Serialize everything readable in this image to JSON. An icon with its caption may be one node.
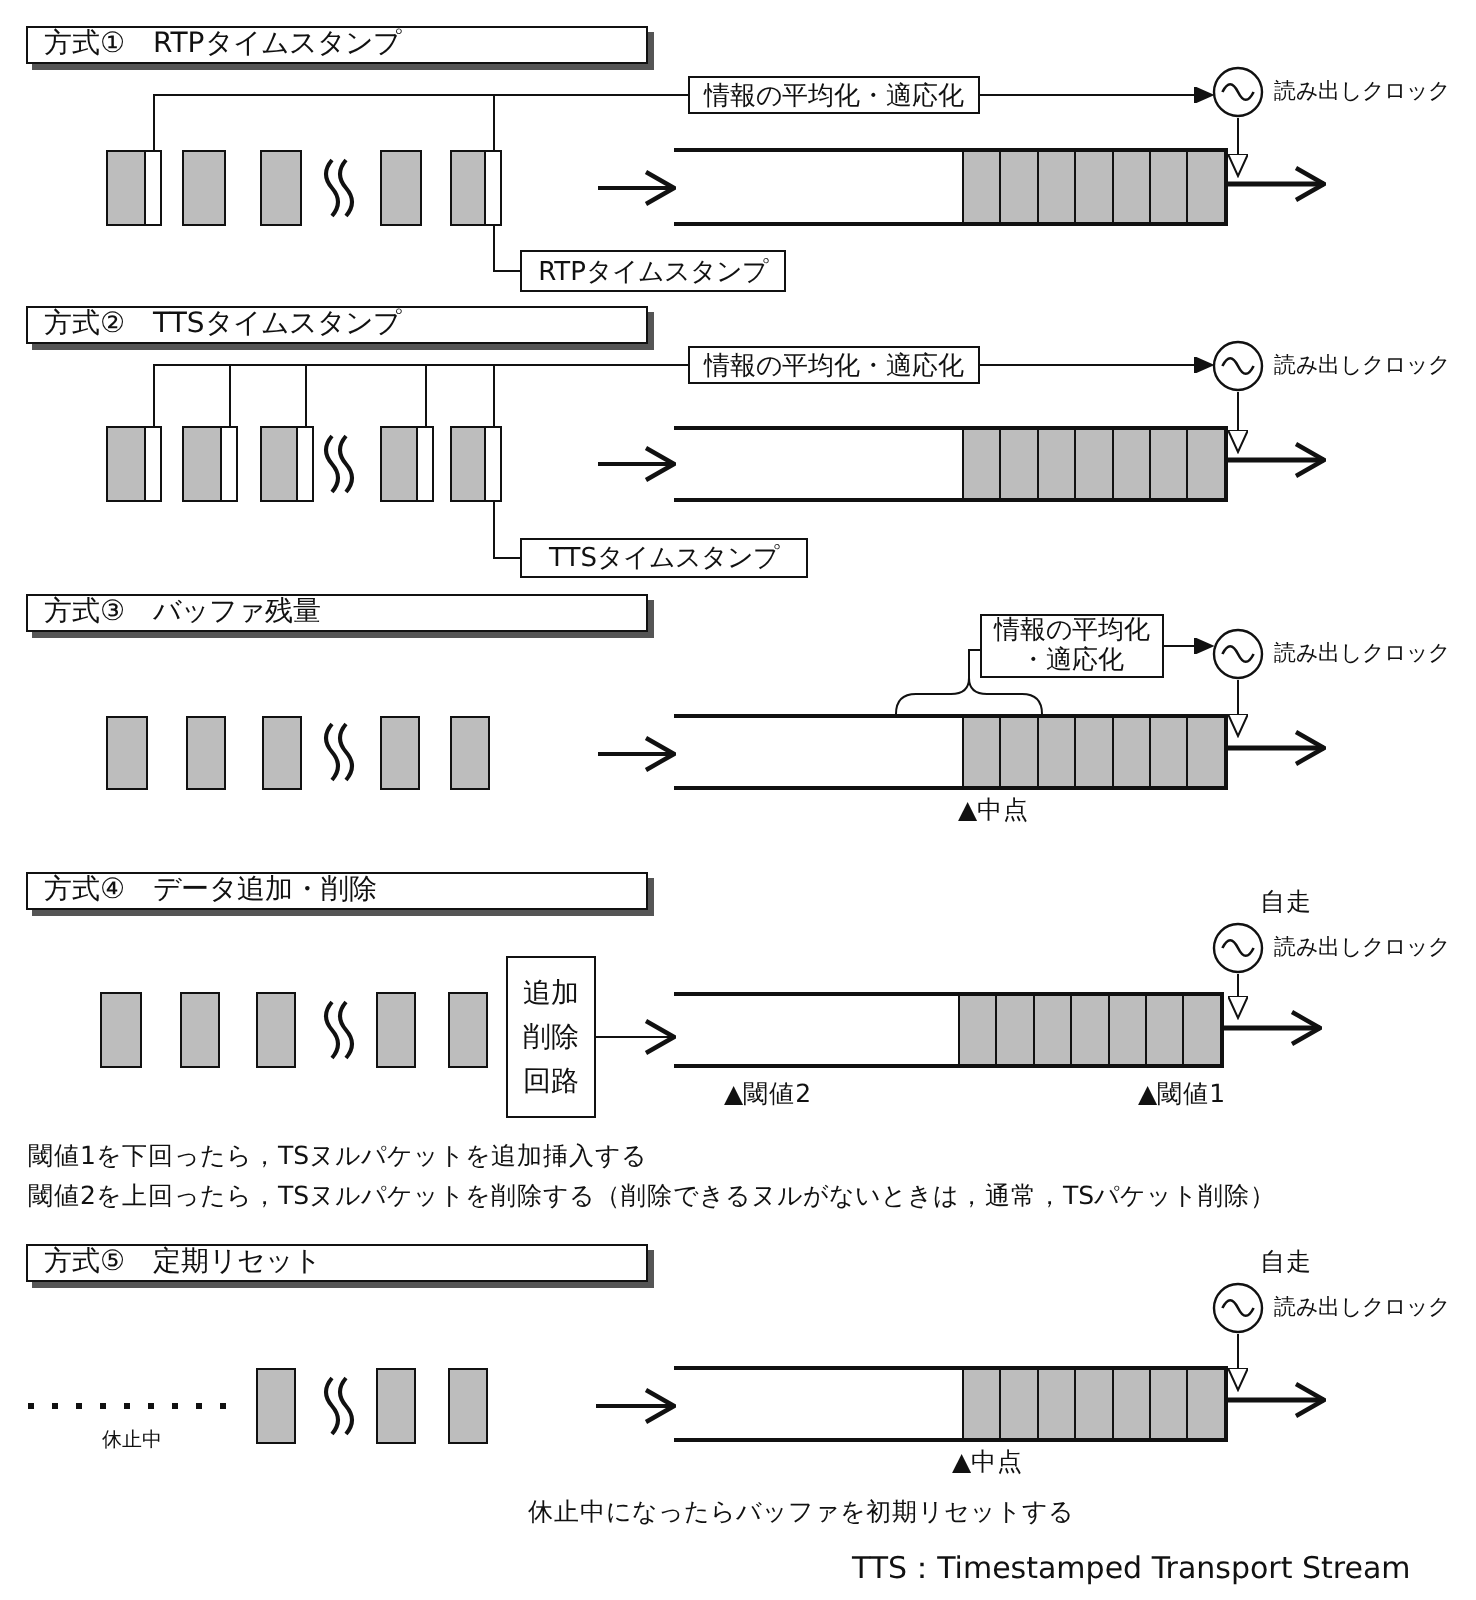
{
  "diagram": {
    "nodes": [
      {
        "text": [
          "方式①　RTPタイムスタンプ"
        ]
      },
      {
        "text": [
          "情報の平均化・適応化"
        ]
      },
      {
        "text": [],
        "shape": "circle",
        "beside": [
          "読み出しクロック"
        ]
      },
      {
        "text": [],
        "shape": "box"
      },
      {
        "text": [],
        "shape": "box"
      },
      {
        "text": [],
        "shape": "box"
      },
      {
        "text": [],
        "shape": "box"
      },
      {
        "text": [],
        "shape": "box"
      },
      {
        "text": [],
        "shape": "box"
      },
      {
        "text": [
          "RTPタイムスタンプ"
        ]
      },
      {
        "text": [
          "方式②　TTSタイムスタンプ"
        ]
      },
      {
        "text": [
          "情報の平均化・適応化"
        ]
      },
      {
        "text": [],
        "shape": "circle",
        "beside": [
          "読み出しクロック"
        ]
      },
      {
        "text": [],
        "shape": "box"
      },
      {
        "text": [],
        "shape": "box"
      },
      {
        "text": [],
        "shape": "box"
      },
      {
        "text": [],
        "shape": "box"
      },
      {
        "text": [],
        "shape": "box"
      },
      {
        "text": [],
        "shape": "box"
      },
      {
        "text": [
          "TTSタイムスタンプ"
        ]
      },
      {
        "text": [
          "方式③　バッファ残量"
        ]
      },
      {
        "text": [
          "情報の平均化・適応化"
        ]
      },
      {
        "text": [],
        "shape": "circle",
        "beside": [
          "読み出しクロック"
        ]
      },
      {
        "text": [],
        "shape": "box"
      },
      {
        "text": [],
        "shape": "box"
      },
      {
        "text": [],
        "shape": "box"
      },
      {
        "text": [],
        "shape": "box"
      },
      {
        "text": [],
        "shape": "box"
      },
      {
        "text": [],
        "shape": "box",
        "beside": [
          "▲中点"
        ]
      },
      {
        "text": [
          "方式④　データ追加・削除"
        ]
      },
      {
        "text": [],
        "shape": "circle",
        "beside": [
          "自走",
          "読み出しクロック"
        ]
      },
      {
        "text": [],
        "shape": "box"
      },
      {
        "text": [],
        "shape": "box"
      },
      {
        "text": [],
        "shape": "box"
      },
      {
        "text": [],
        "shape": "box"
      },
      {
        "text": [],
        "shape": "box"
      },
      {
        "text": [
          "追加削除回路"
        ]
      },
      {
        "text": [],
        "shape": "box",
        "beside": [
          "▲閾値2",
          "▲閾値1"
        ]
      },
      {
        "text": [
          "方式⑤　定期リセット"
        ]
      },
      {
        "text": [],
        "shape": "circle",
        "beside": [
          "自走",
          "読み出しクロック"
        ]
      },
      {
        "text": [],
        "shape": "box"
      },
      {
        "text": [],
        "shape": "box"
      },
      {
        "text": [],
        "shape": "box"
      },
      {
        "text": [],
        "shape": "box",
        "beside": [
          "▲中点"
        ]
      }
    ],
    "edges": [
      {
        "from": 3,
        "to": 1,
        "arrow": "none"
      },
      {
        "from": 7,
        "to": 1,
        "arrow": "none"
      },
      {
        "from": 1,
        "to": 2,
        "arrow": "to"
      },
      {
        "from": 7,
        "to": 9,
        "arrow": "none"
      },
      {
        "from": null,
        "to": 8,
        "arrow": "to"
      },
      {
        "from": 8,
        "to": null,
        "arrow": "to",
        "style": "thick"
      },
      {
        "from": 2,
        "to": 8,
        "arrow": "to"
      },
      {
        "from": 13,
        "to": 11,
        "arrow": "none"
      },
      {
        "from": 14,
        "to": 11,
        "arrow": "none"
      },
      {
        "from": 15,
        "to": 11,
        "arrow": "none"
      },
      {
        "from": 16,
        "to": 11,
        "arrow": "none"
      },
      {
        "from": 17,
        "to": 11,
        "arrow": "none"
      },
      {
        "from": 11,
        "to": 12,
        "arrow": "to"
      },
      {
        "from": 17,
        "to": 19,
        "arrow": "none"
      },
      {
        "from": null,
        "to": 18,
        "arrow": "to"
      },
      {
        "from": 18,
        "to": null,
        "arrow": "to",
        "style": "thick"
      },
      {
        "from": 12,
        "to": 18,
        "arrow": "to"
      },
      {
        "from": 28,
        "to": 21,
        "arrow": "none"
      },
      {
        "from": 21,
        "to": 22,
        "arrow": "to"
      },
      {
        "from": null,
        "to": 28,
        "arrow": "to"
      },
      {
        "from": 28,
        "to": null,
        "arrow": "to",
        "style": "thick"
      },
      {
        "from": 22,
        "to": 28,
        "arrow": "to"
      },
      {
        "from": 36,
        "to": 37,
        "arrow": "to"
      },
      {
        "from": 37,
        "to": null,
        "arrow": "to",
        "style": "thick"
      },
      {
        "from": 30,
        "to": 37,
        "arrow": "to"
      },
      {
        "from": null,
        "to": 43,
        "arrow": "to"
      },
      {
        "from": 43,
        "to": null,
        "arrow": "to",
        "style": "thick"
      },
      {
        "from": 39,
        "to": 43,
        "arrow": "to"
      }
    ],
    "labels": [
      "閾値1を下回ったら，TSヌルパケットを追加挿入する",
      "閾値2を上回ったら，TSヌルパケットを削除する（削除できるヌルがないときは，通常，TSパケット削除）",
      "休止中",
      "休止中になったらバッファを初期リセットする",
      "TTS：Timestamped Transport Stream"
    ]
  }
}
